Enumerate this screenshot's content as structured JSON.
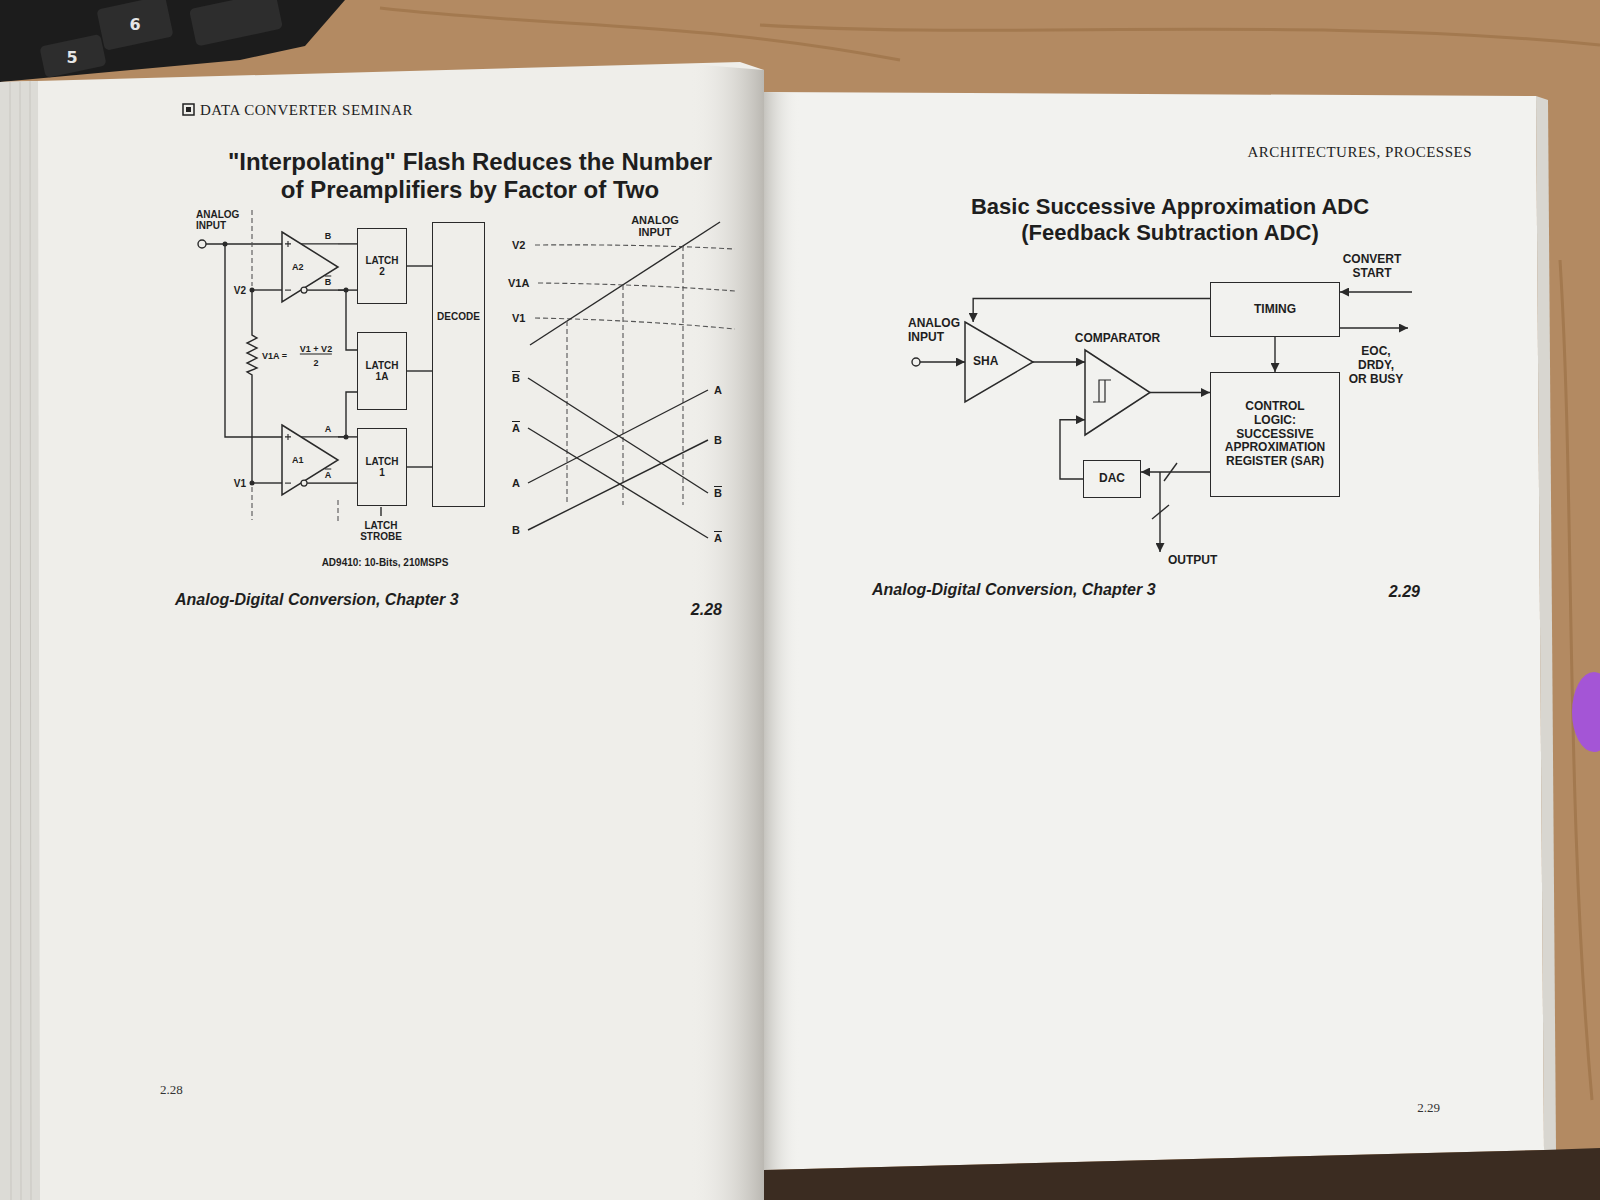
{
  "diagram": {
    "title": "\"Interpolating\" Flash Reduces the Number of Preamplifiers by Factor of Two",
    "caption": "Analog-Digital Conversion, Chapter 3",
    "nodes": [
      {
        "text": [
          "A2"
        ]
      },
      {
        "text": [
          "LATCH 2"
        ]
      },
      {
        "text": [
          "LATCH 1A"
        ]
      },
      {
        "text": [
          "DECODE"
        ]
      },
      {
        "text": [
          "A1"
        ]
      },
      {
        "text": [
          "LATCH 1"
        ]
      },
      {
        "text": [
          "TIMING"
        ]
      },
      {
        "text": [
          "SHA"
        ]
      },
      {
        "text": [
          "COMPARATOR"
        ]
      },
      {
        "text": [
          "CONTROL LOGIC: SUCCESSIVE APPROXIMATION REGISTER (SAR)"
        ]
      },
      {
        "text": [
          "DAC"
        ]
      }
    ],
    "edges": [
      {
        "from": 0,
        "to": 1,
        "label": "B",
        "arrow": "none"
      },
      {
        "from": 0,
        "to": 1,
        "label": "B",
        "arrow": "none"
      },
      {
        "from": 0,
        "to": 2,
        "arrow": "none"
      },
      {
        "from": 4,
        "to": 2,
        "arrow": "none"
      },
      {
        "from": 4,
        "to": 5,
        "label": "A",
        "arrow": "none"
      },
      {
        "from": 4,
        "to": 5,
        "label": "A",
        "arrow": "none"
      },
      {
        "from": 1,
        "to": 3,
        "arrow": "none"
      },
      {
        "from": 2,
        "to": 3,
        "arrow": "none"
      },
      {
        "from": 5,
        "to": 3,
        "arrow": "none"
      },
      {
        "from": 6,
        "to": 7,
        "arrow": "to"
      },
      {
        "from": 7,
        "to": 8,
        "arrow": "to"
      },
      {
        "from": 8,
        "to": 9,
        "arrow": "to"
      },
      {
        "from": 6,
        "to": 9,
        "arrow": "to"
      },
      {
        "from": 9,
        "to": 10,
        "arrow": "to"
      },
      {
        "from": 10,
        "to": 8,
        "arrow": "to"
      }
    ],
    "labels": [
      "6",
      "5",
      "DATA CONVERTER SEMINAR",
      "ANALOG INPUT",
      "V2",
      "V1A =",
      "V1 + V2",
      "2",
      "V1",
      "LATCH STROBE",
      "AD9410: 10-Bits, 210MSPS",
      "ANALOG INPUT",
      "V2",
      "V1A",
      "V1",
      "B",
      "A",
      "A",
      "B",
      "A",
      "B",
      "B",
      "A",
      "2.28",
      "2.28",
      "ARCHITECTURES, PROCESSES",
      "Basic Successive Approximation ADC (Feedback Subtraction ADC)",
      "ANALOG INPUT",
      "CONVERT START",
      "EOC, DRDY, OR BUSY",
      "OUTPUT",
      "Analog-Digital Conversion, Chapter 3",
      "2.29",
      "2.29"
    ]
  }
}
